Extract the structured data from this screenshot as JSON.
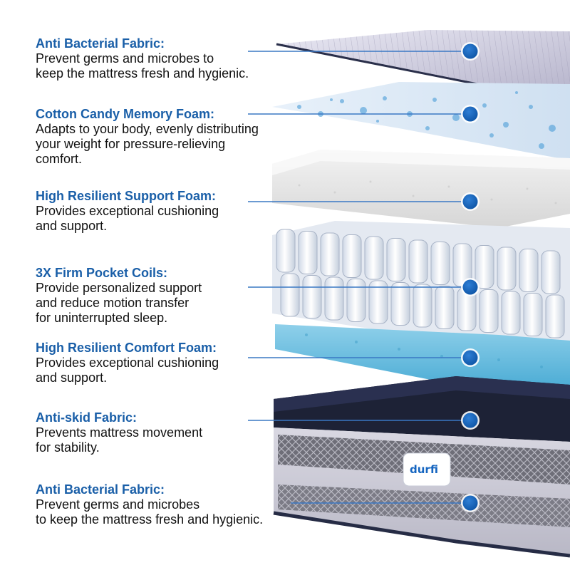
{
  "colors": {
    "title_blue": "#1a5fa8",
    "dot_blue": "#1565c0",
    "line_blue": "#3a78c4"
  },
  "features": [
    {
      "title": "Anti Bacterial Fabric:",
      "desc": "Prevent germs and microbes to\nkeep the mattress fresh and hygienic."
    },
    {
      "title": "Cotton Candy Memory Foam:",
      "desc": "Adapts to your body, evenly distributing\nyour weight for pressure-relieving\ncomfort."
    },
    {
      "title": "High Resilient Support Foam:",
      "desc": "Provides exceptional cushioning\nand support."
    },
    {
      "title": "3X Firm Pocket Coils:",
      "desc": "Provide personalized support\nand reduce motion transfer\nfor uninterrupted sleep."
    },
    {
      "title": "High Resilient Comfort Foam:",
      "desc": "Provides exceptional cushioning\nand support."
    },
    {
      "title": "Anti-skid Fabric:",
      "desc": "Prevents mattress movement\nfor stability."
    },
    {
      "title": "Anti Bacterial Fabric:",
      "desc": "Prevent germs and microbes\nto keep the mattress fresh and hygienic."
    }
  ],
  "brand": {
    "logo_text": "durfi"
  }
}
